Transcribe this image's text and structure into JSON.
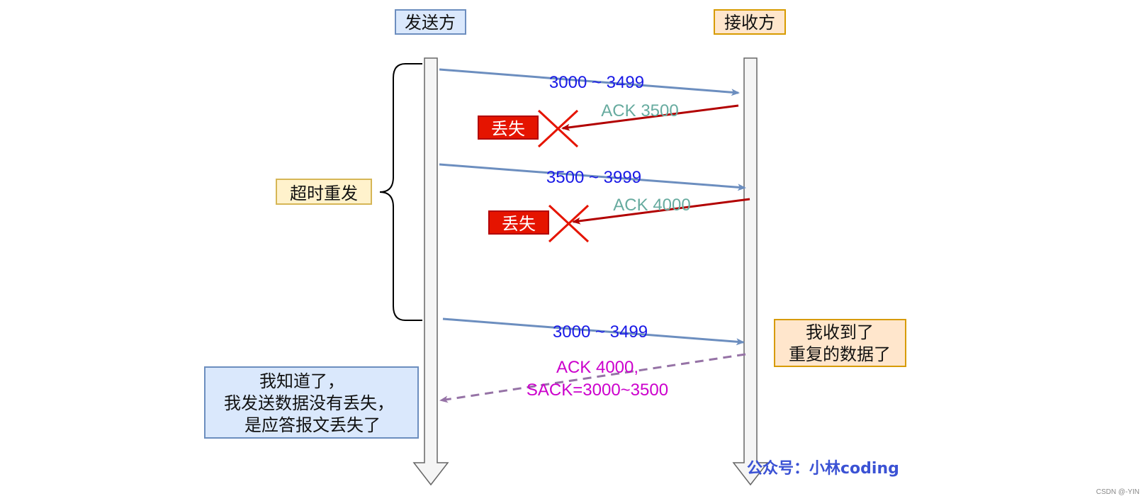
{
  "participants": {
    "sender": {
      "label": "发送方",
      "fill": "#dae8fc",
      "stroke": "#6c8ebf"
    },
    "receiver": {
      "label": "接收方",
      "fill": "#ffe6cc",
      "stroke": "#d79b00"
    }
  },
  "timeout_label": "超时重发",
  "messages": [
    {
      "label": "3000 ~ 3499",
      "kind": "data"
    },
    {
      "label": "ACK 3500",
      "kind": "ack",
      "lost": true,
      "lost_label": "丢失"
    },
    {
      "label": "3500 ~ 3999",
      "kind": "data"
    },
    {
      "label": "ACK 4000",
      "kind": "ack",
      "lost": true,
      "lost_label": "丢失"
    },
    {
      "label": "3000 ~ 3499",
      "kind": "data"
    },
    {
      "label_line1": "ACK 4000,",
      "label_line2": "SACK=3000~3500",
      "kind": "sack"
    }
  ],
  "notes": {
    "receiver_note": [
      "我收到了",
      "重复的数据了"
    ],
    "sender_note": [
      "我知道了，",
      "我发送数据没有丢失，",
      "是应答报文丢失了"
    ]
  },
  "watermark": "公众号：小林coding",
  "credit": "CSDN @-YIN",
  "colors": {
    "data_arrow": "#6c8ebf",
    "data_text": "#1a1ae6",
    "ack_arrow": "#b20000",
    "ack_text": "#67ab9f",
    "lost_fill": "#e51400",
    "lost_x": "#e51400",
    "sack_arrow": "#9673a6",
    "sack_text": "#cc00cc",
    "watermark": "#3b52d4"
  }
}
